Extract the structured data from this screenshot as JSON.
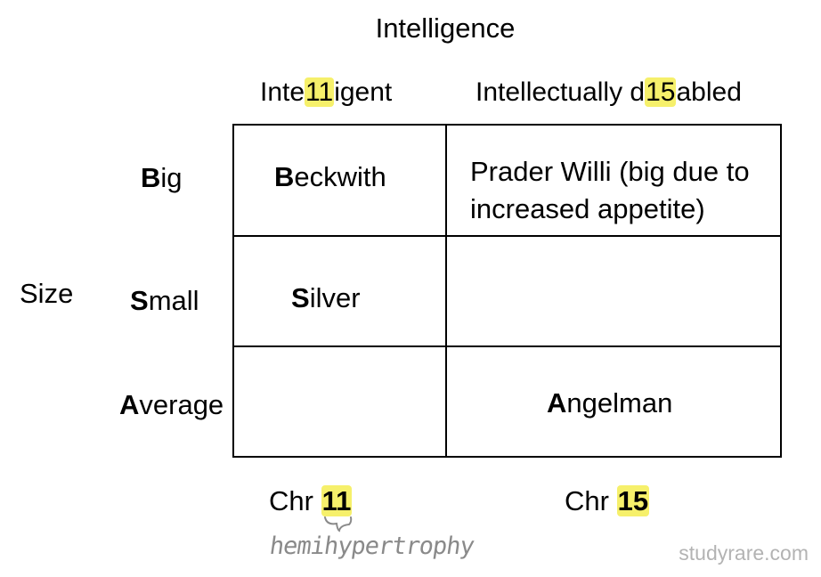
{
  "header": {
    "title": "Intelligence"
  },
  "columns": {
    "intelligent": {
      "pre": "Inte",
      "hl": "11",
      "post": "igent"
    },
    "disabled": {
      "pre": "Intellectually d",
      "hl": "15",
      "post": "abled"
    }
  },
  "axis": {
    "size": "Size"
  },
  "rows": [
    {
      "first": "B",
      "rest": "ig"
    },
    {
      "first": "S",
      "rest": "mall"
    },
    {
      "first": "A",
      "rest": "verage"
    }
  ],
  "cells": {
    "big_intelligent": {
      "first": "B",
      "rest": "eckwith"
    },
    "big_disabled": {
      "line1": "Prader Willi (big due to",
      "line2": "increased appetite)"
    },
    "small_intelligent": {
      "first": "S",
      "rest": "ilver"
    },
    "average_disabled": {
      "first": "A",
      "rest": "ngelman"
    }
  },
  "footer": {
    "chr11": {
      "prefix": "Chr ",
      "num": "11"
    },
    "chr15": {
      "prefix": "Chr ",
      "num": "15"
    },
    "note": "hemihypertrophy"
  },
  "watermark": "studyrare.com",
  "colors": {
    "highlight": "#f6f06b",
    "handwriting": "#8a8a8a",
    "watermark": "#b3b3b3"
  }
}
